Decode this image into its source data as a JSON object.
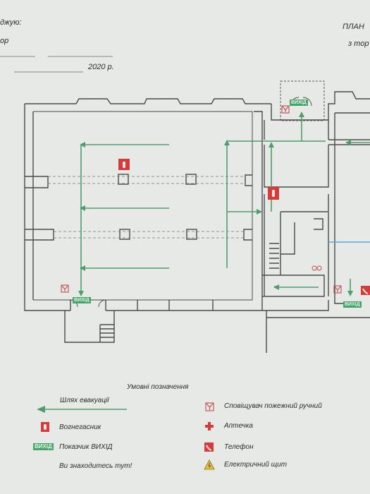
{
  "header": {
    "approve_label": "джую:",
    "director_label": "ор",
    "year_label": "2020 р.",
    "plan_title": "ПЛАН",
    "plan_subtitle": "з тор"
  },
  "map": {
    "exit_signs": [
      "ВИХІД",
      "ВИХІД",
      "ВИХІД"
    ],
    "colors": {
      "evacuation_path": "#4f9d6a",
      "walls": "#4a4a4a",
      "extinguisher": "#d63b3b",
      "exit_sign": "#47a468",
      "water_pipe": "#5aa9d6"
    }
  },
  "legend": {
    "title": "Умовні позначення",
    "items": [
      {
        "label": "Шлях евакуації",
        "icon": "evacuation-arrow-icon"
      },
      {
        "label": "Вогнегасник",
        "icon": "fire-extinguisher-icon"
      },
      {
        "label": "Показчик ВИХІД",
        "icon": "exit-sign-icon",
        "sign_text": "ВИХІД"
      },
      {
        "label": "Ви знаходитесь тут!",
        "icon": "you-are-here-icon"
      },
      {
        "label": "Сповіщувач пожежний ручний",
        "icon": "manual-fire-alarm-icon"
      },
      {
        "label": "Аптечка",
        "icon": "first-aid-icon"
      },
      {
        "label": "Телефон",
        "icon": "phone-icon"
      },
      {
        "label": "Електричний щит",
        "icon": "electrical-panel-icon"
      }
    ]
  }
}
